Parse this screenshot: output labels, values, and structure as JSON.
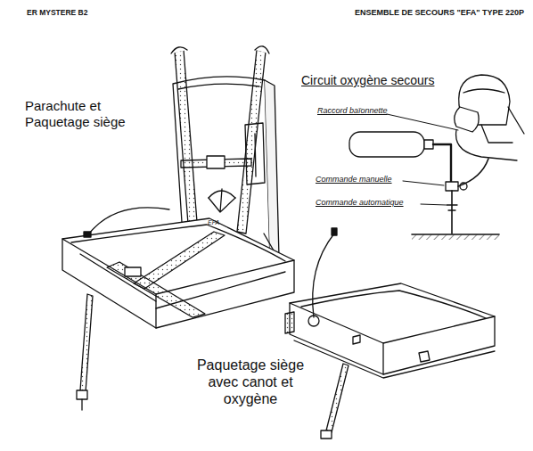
{
  "diagram": {
    "title": "ENSEMBLE DE SECOURS \"EFA\" TYPE 220P",
    "labels": [
      "ER MYSTERE B2",
      "Parachute et Paquetage siège",
      "EFA",
      "Circuit oxygène secours",
      "Raccord baïonnette",
      "Commande manuelle",
      "Commande automatique",
      "Paquetage siège avec canot et oxygène"
    ]
  }
}
